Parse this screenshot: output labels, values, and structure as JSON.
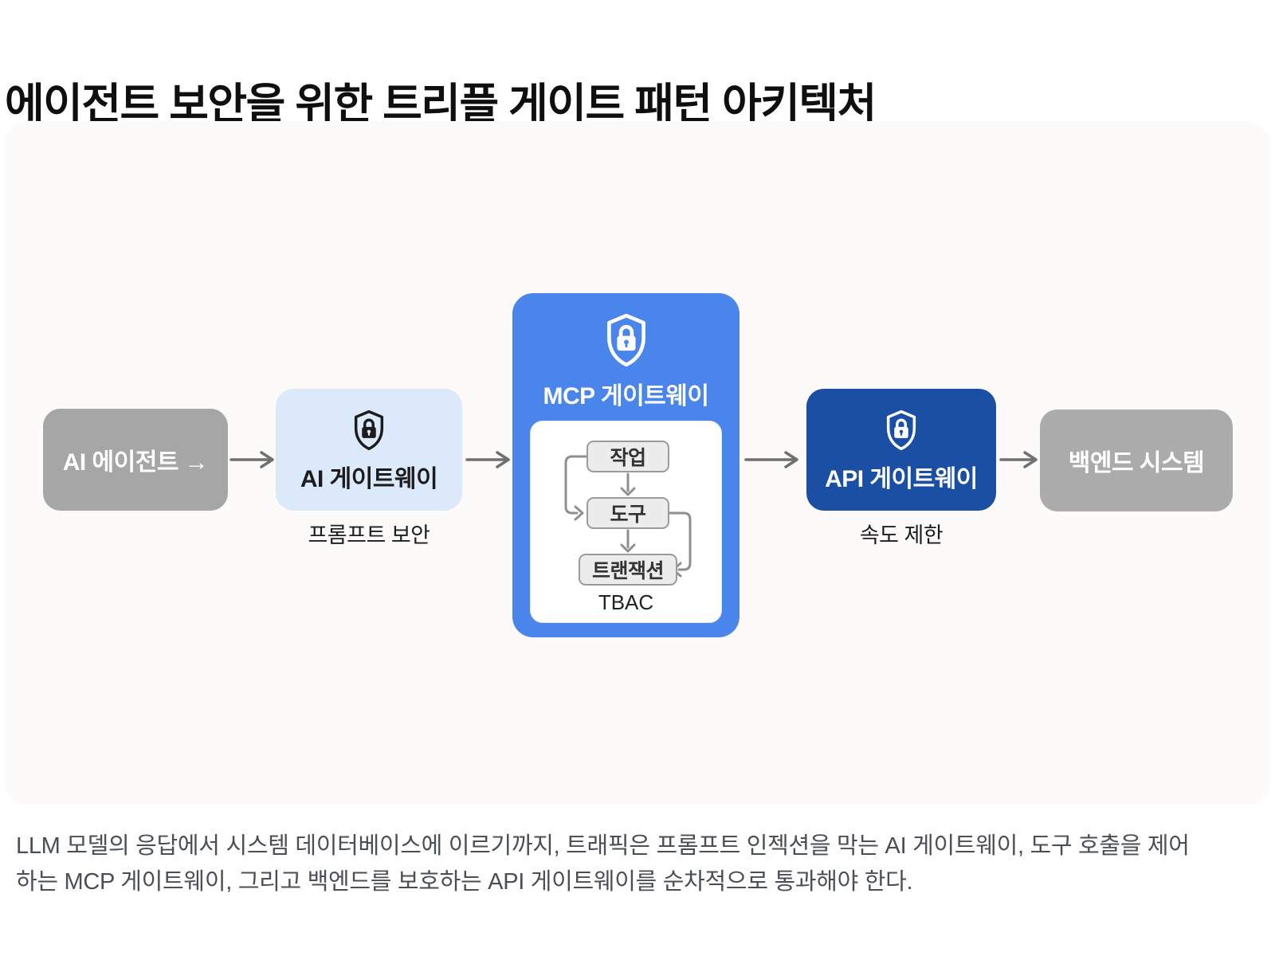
{
  "title": "에이전트 보안을 위한 트리플 게이트 패턴 아키텍처",
  "nodes": {
    "agent": {
      "label": "AI 에이전트  →"
    },
    "aiGateway": {
      "label": "AI 게이트웨이",
      "sublabel": "프롬프트 보안"
    },
    "mcpGateway": {
      "label": "MCP 게이트웨이",
      "steps": [
        "작업",
        "도구",
        "트랜잭션"
      ],
      "caption": "TBAC"
    },
    "apiGateway": {
      "label": "API 게이트웨이",
      "sublabel": "속도 제한"
    },
    "backend": {
      "label": "백엔드 시스템"
    }
  },
  "colors": {
    "mcp_blue": "#4a85ec",
    "api_dark_blue": "#1b4fa4",
    "ai_light_blue": "#dbe9fb",
    "node_gray": "#a6a6a6",
    "arrow_gray": "#6f6f6f"
  },
  "icons": {
    "shield": "shield-lock-icon"
  },
  "caption": {
    "line1": "LLM 모델의 응답에서 시스템 데이터베이스에 이르기까지, 트래픽은 프롬프트 인젝션을 막는 AI 게이트웨이, 도구 호출을 제어",
    "line2": "하는 MCP 게이트웨이, 그리고 백엔드를 보호하는 API 게이트웨이를 순차적으로 통과해야 한다."
  }
}
